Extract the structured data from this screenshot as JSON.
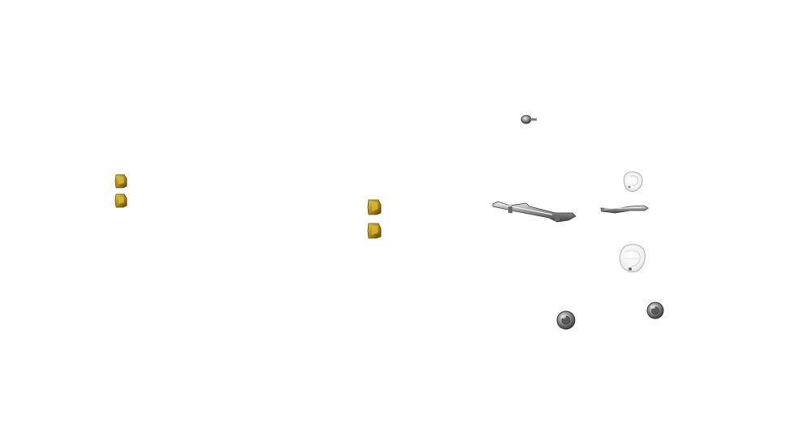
{
  "background": "#ffffff",
  "colors": {
    "amber_base": "#b08a10",
    "amber_light": "#e0c040",
    "amber_dark": "#5a4200",
    "chrome_light": "#e8e8e8",
    "chrome_mid": "#9a9a9a",
    "chrome_dark": "#3a3a3a",
    "clear_lens": "#f4f4f4",
    "clear_edge": "#b8b8b8"
  },
  "parts": [
    {
      "name": "amber-reflector-upper-left",
      "kind": "amber-reflector"
    },
    {
      "name": "amber-reflector-lower-left",
      "kind": "amber-reflector"
    },
    {
      "name": "amber-reflector-upper-center",
      "kind": "amber-reflector"
    },
    {
      "name": "amber-reflector-lower-center",
      "kind": "amber-reflector"
    },
    {
      "name": "small-bolt",
      "kind": "bolt"
    },
    {
      "name": "long-mounting-bracket",
      "kind": "bracket"
    },
    {
      "name": "short-mounting-rod",
      "kind": "rod"
    },
    {
      "name": "clear-lens-small",
      "kind": "clear-lens"
    },
    {
      "name": "clear-lens-large",
      "kind": "clear-lens"
    },
    {
      "name": "chrome-nut-left",
      "kind": "nut"
    },
    {
      "name": "chrome-nut-right",
      "kind": "nut"
    }
  ]
}
